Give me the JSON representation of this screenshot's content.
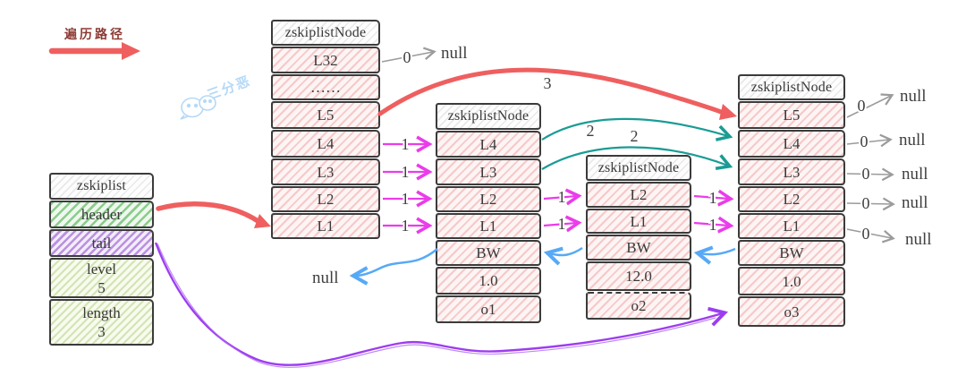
{
  "legend": {
    "label": "遍历路径"
  },
  "watermark": {
    "text": "三分恶"
  },
  "colors": {
    "red": "#ef5f5f",
    "magenta": "#ea3cea",
    "teal": "#1a9c94",
    "blue": "#57a9f7",
    "purple": "#9d3df0",
    "grey": "#9b9b9b"
  },
  "zskiplist": {
    "title": "zskiplist",
    "header_label": "header",
    "tail_label": "tail",
    "level_label": "level",
    "level_value": "5",
    "length_label": "length",
    "length_value": "3"
  },
  "nodes": [
    {
      "title": "zskiplistNode",
      "levels": [
        "L32",
        "……",
        "L5",
        "L4",
        "L3",
        "L2",
        "L1"
      ]
    },
    {
      "title": "zskiplistNode",
      "levels": [
        "L4",
        "L3",
        "L2",
        "L1"
      ],
      "backward": "BW",
      "score": "1.0",
      "obj": "o1"
    },
    {
      "title": "zskiplistNode",
      "levels": [
        "L2",
        "L1"
      ],
      "backward": "BW",
      "score": "12.0",
      "obj": "o2"
    },
    {
      "title": "zskiplistNode",
      "levels": [
        "L5",
        "L4",
        "L3",
        "L2",
        "L1"
      ],
      "backward": "BW",
      "score": "1.0",
      "obj": "o3"
    }
  ],
  "edge_labels": {
    "zero": "0",
    "one": "1",
    "two": "2",
    "three": "3",
    "null": "null"
  }
}
